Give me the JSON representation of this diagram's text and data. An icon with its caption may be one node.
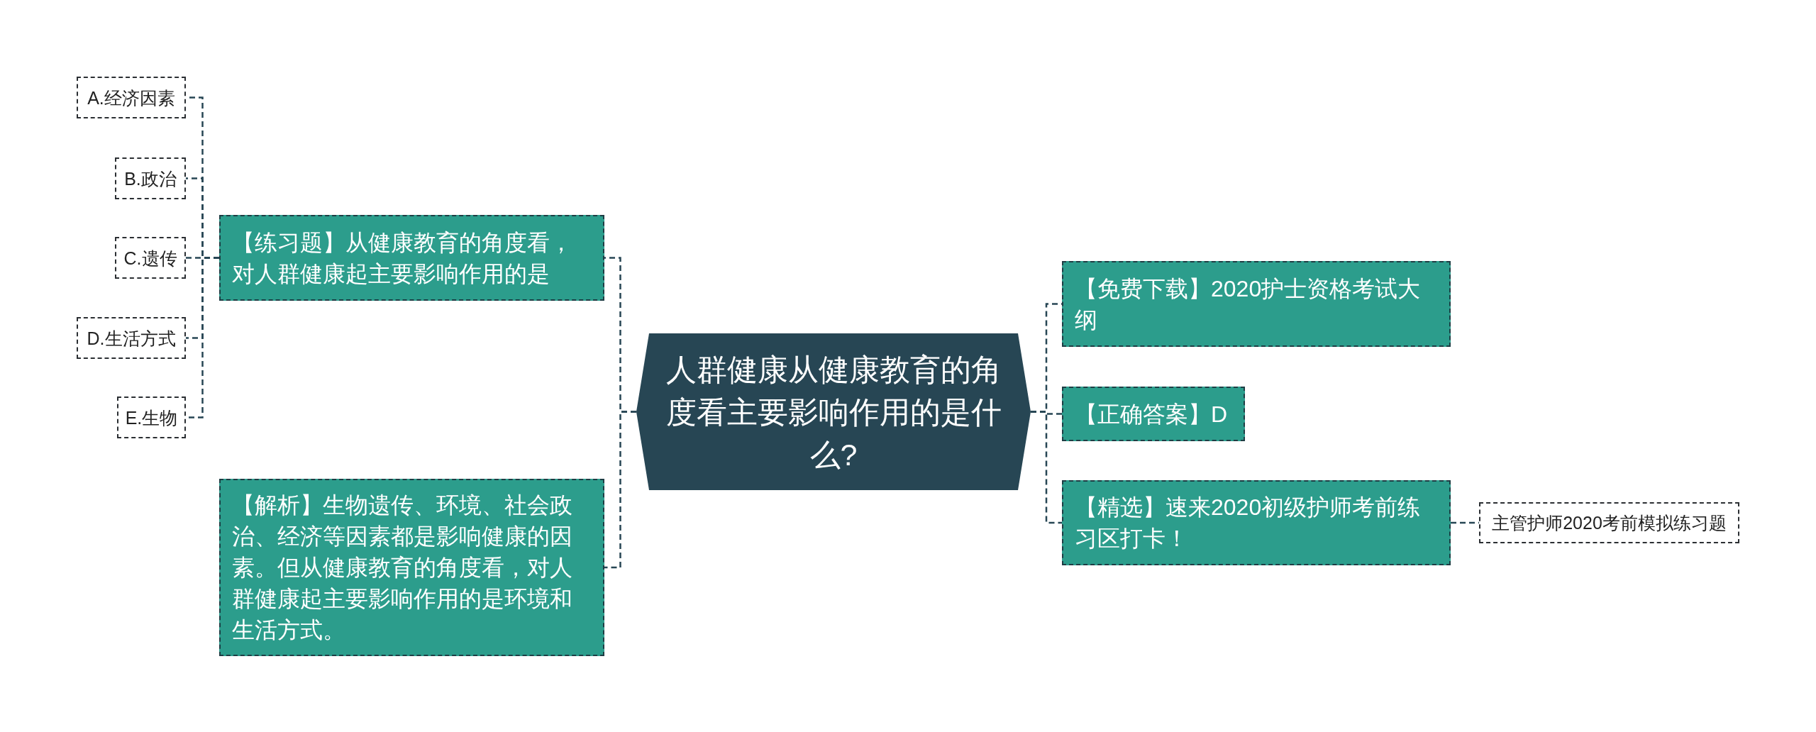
{
  "diagram": {
    "nodes": [
      {
        "text": [
          "人群健康从健康教育的角度看主要影响作用的是什么?"
        ]
      },
      {
        "text": [
          "【练习题】从健康教育的角度看，对人群健康起主要影响作用的是"
        ]
      },
      {
        "text": [
          "A.经济因素"
        ]
      },
      {
        "text": [
          "B.政治"
        ]
      },
      {
        "text": [
          "C.遗传"
        ]
      },
      {
        "text": [
          "D.生活方式"
        ]
      },
      {
        "text": [
          "E.生物"
        ]
      },
      {
        "text": [
          "【解析】生物遗传、环境、社会政治、经济等因素都是影响健康的因素。但从健康教育的角度看，对人群健康起主要影响作用的是环境和生活方式。"
        ]
      },
      {
        "text": [
          "【免费下载】2020护士资格考试大纲"
        ]
      },
      {
        "text": [
          "【正确答案】D"
        ]
      },
      {
        "text": [
          "【精选】速来2020初级护师考前练习区打卡！"
        ]
      },
      {
        "text": [
          "主管护师2020考前模拟练习题"
        ]
      }
    ],
    "edges": [
      {
        "from": 0,
        "to": 1,
        "arrow": "none"
      },
      {
        "from": 0,
        "to": 7,
        "arrow": "none"
      },
      {
        "from": 1,
        "to": 2,
        "arrow": "none"
      },
      {
        "from": 1,
        "to": 3,
        "arrow": "none"
      },
      {
        "from": 1,
        "to": 4,
        "arrow": "none"
      },
      {
        "from": 1,
        "to": 5,
        "arrow": "none"
      },
      {
        "from": 1,
        "to": 6,
        "arrow": "none"
      },
      {
        "from": 0,
        "to": 8,
        "arrow": "none"
      },
      {
        "from": 0,
        "to": 9,
        "arrow": "none"
      },
      {
        "from": 0,
        "to": 10,
        "arrow": "none"
      },
      {
        "from": 10,
        "to": 11,
        "arrow": "none"
      }
    ]
  }
}
